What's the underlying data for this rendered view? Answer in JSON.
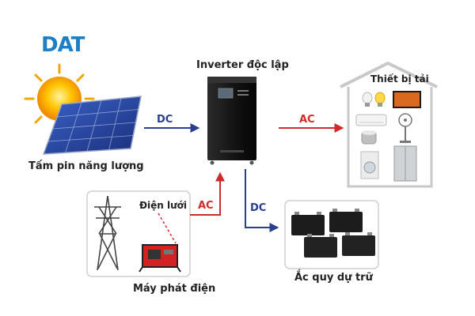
{
  "brand": {
    "name": "DAT",
    "color": "#1f7fc4"
  },
  "labels": {
    "solar": "Tấm pin năng lượng",
    "inverter": "Inverter độc lập",
    "loads": "Thiết bị tải",
    "grid": "Điện lưới",
    "generator": "Máy phát điện",
    "battery": "Ắc quy dự trữ"
  },
  "flows": {
    "solar_to_inverter": "DC",
    "inverter_to_loads": "AC",
    "grid_to_inverter": "AC",
    "inverter_to_battery": "DC"
  },
  "colors": {
    "dc": "#2a3f8f",
    "ac": "#d12a2a"
  }
}
